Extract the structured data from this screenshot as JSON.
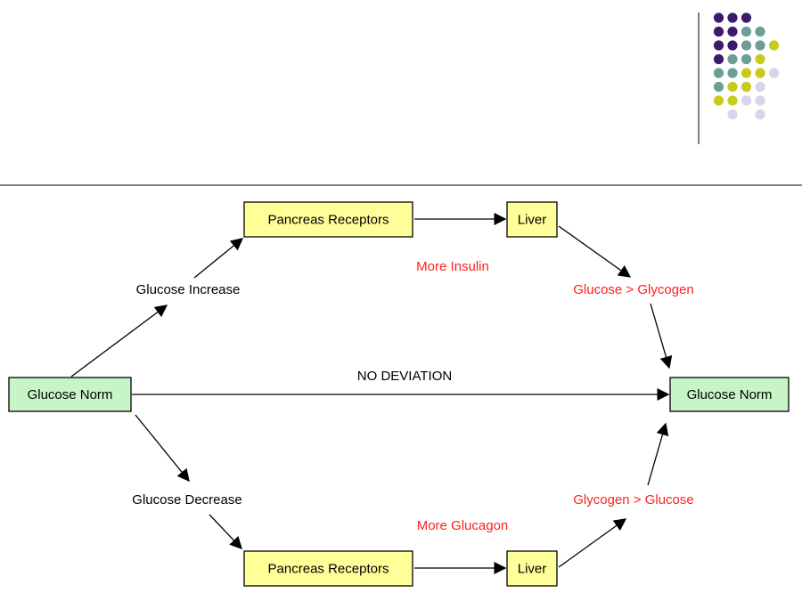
{
  "colors": {
    "norm_fill": "#c8f5c8",
    "organ_fill": "#ffff99",
    "stroke": "#000000",
    "plain_label": "#000000",
    "hormone_label": "#ff2020",
    "rule": "#000000",
    "dot_purple": "#3e1a6e",
    "dot_teal": "#6d9d94",
    "dot_yellow": "#c8cb1d",
    "dot_lilac": "#d6d6ea"
  },
  "logo": {
    "name": "dot-grid-logo",
    "rows": [
      [
        "",
        "purple",
        "purple",
        "purple",
        "",
        ""
      ],
      [
        "",
        "purple",
        "purple",
        "teal",
        "teal",
        ""
      ],
      [
        "",
        "purple",
        "purple",
        "teal",
        "teal",
        "yellow"
      ],
      [
        "",
        "purple",
        "teal",
        "teal",
        "yellow",
        ""
      ],
      [
        "",
        "teal",
        "teal",
        "yellow",
        "yellow",
        "lilac"
      ],
      [
        "",
        "teal",
        "yellow",
        "yellow",
        "lilac",
        ""
      ],
      [
        "",
        "yellow",
        "yellow",
        "lilac",
        "lilac",
        ""
      ],
      [
        "",
        "",
        "lilac",
        "",
        "lilac",
        ""
      ]
    ]
  },
  "nodes": {
    "norm_start": {
      "label": "Glucose Norm",
      "fill": "norm"
    },
    "norm_end": {
      "label": "Glucose Norm",
      "fill": "norm"
    },
    "pancreas_top": {
      "label": "Pancreas Receptors",
      "fill": "organ"
    },
    "liver_top": {
      "label": "Liver",
      "fill": "organ"
    },
    "pancreas_bottom": {
      "label": "Pancreas Receptors",
      "fill": "organ"
    },
    "liver_bottom": {
      "label": "Liver",
      "fill": "organ"
    }
  },
  "labels": {
    "glucose_increase": {
      "text": "Glucose Increase",
      "style": "plain"
    },
    "glucose_decrease": {
      "text": "Glucose Decrease",
      "style": "plain"
    },
    "no_deviation": {
      "text": "NO DEVIATION",
      "style": "plain"
    },
    "more_insulin": {
      "text": "More Insulin",
      "style": "hormone"
    },
    "more_glucagon": {
      "text": "More Glucagon",
      "style": "hormone"
    },
    "glucose_to_glycogen": {
      "text": "Glucose > Glycogen",
      "style": "hormone"
    },
    "glycogen_to_glucose": {
      "text": "Glycogen > Glucose",
      "style": "hormone"
    }
  },
  "edges": [
    {
      "name": "edge-norm-to-increase",
      "from": "norm_start",
      "to": "glucose_increase"
    },
    {
      "name": "edge-increase-to-pancreas",
      "from": "glucose_increase",
      "to": "pancreas_top"
    },
    {
      "name": "edge-pancreas-to-liver-top",
      "from": "pancreas_top",
      "to": "liver_top"
    },
    {
      "name": "edge-liver-top-to-glycogen",
      "from": "liver_top",
      "to": "glucose_to_glycogen"
    },
    {
      "name": "edge-glycogen-to-norm",
      "from": "glucose_to_glycogen",
      "to": "norm_end"
    },
    {
      "name": "edge-no-deviation",
      "from": "norm_start",
      "to": "norm_end"
    },
    {
      "name": "edge-norm-to-decrease",
      "from": "norm_start",
      "to": "glucose_decrease"
    },
    {
      "name": "edge-decrease-to-pancreas",
      "from": "glucose_decrease",
      "to": "pancreas_bottom"
    },
    {
      "name": "edge-pancreas-to-liver-bottom",
      "from": "pancreas_bottom",
      "to": "liver_bottom"
    },
    {
      "name": "edge-liver-bottom-to-glucose",
      "from": "liver_bottom",
      "to": "glycogen_to_glucose"
    },
    {
      "name": "edge-glucose-to-norm",
      "from": "glycogen_to_glucose",
      "to": "norm_end"
    }
  ]
}
